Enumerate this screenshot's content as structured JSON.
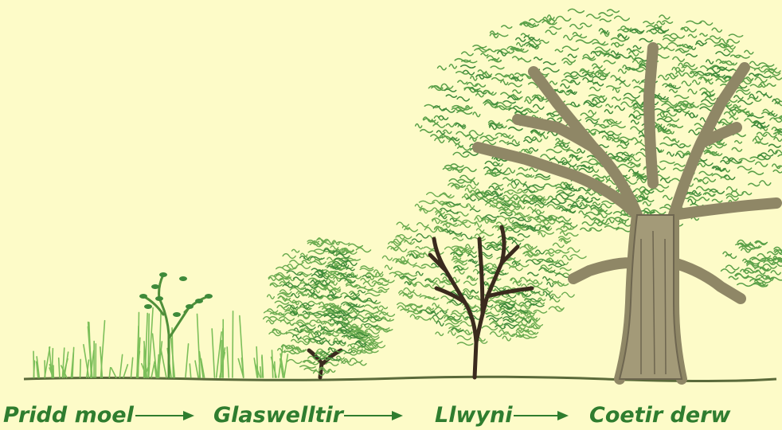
{
  "diagram": {
    "stages": [
      {
        "id": "bare-soil",
        "label": "Pridd moel"
      },
      {
        "id": "grassland",
        "label": "Glaswelltir"
      },
      {
        "id": "scrub",
        "label": "Llwyni"
      },
      {
        "id": "oak-woodland",
        "label": "Coetir derw"
      }
    ]
  },
  "colors": {
    "background": "#fdfbc8",
    "text": "#2f7d2f",
    "arrow": "#2f7d2f",
    "ground": "#5a6a3a",
    "grass": "#7cbf5a",
    "leaf_dark": "#3e8a3a",
    "leaf_mid": "#6aab4f",
    "bark_dark": "#3a2a1e",
    "oak_trunk": "#a39a78",
    "oak_trunk_dark": "#6e6650"
  }
}
